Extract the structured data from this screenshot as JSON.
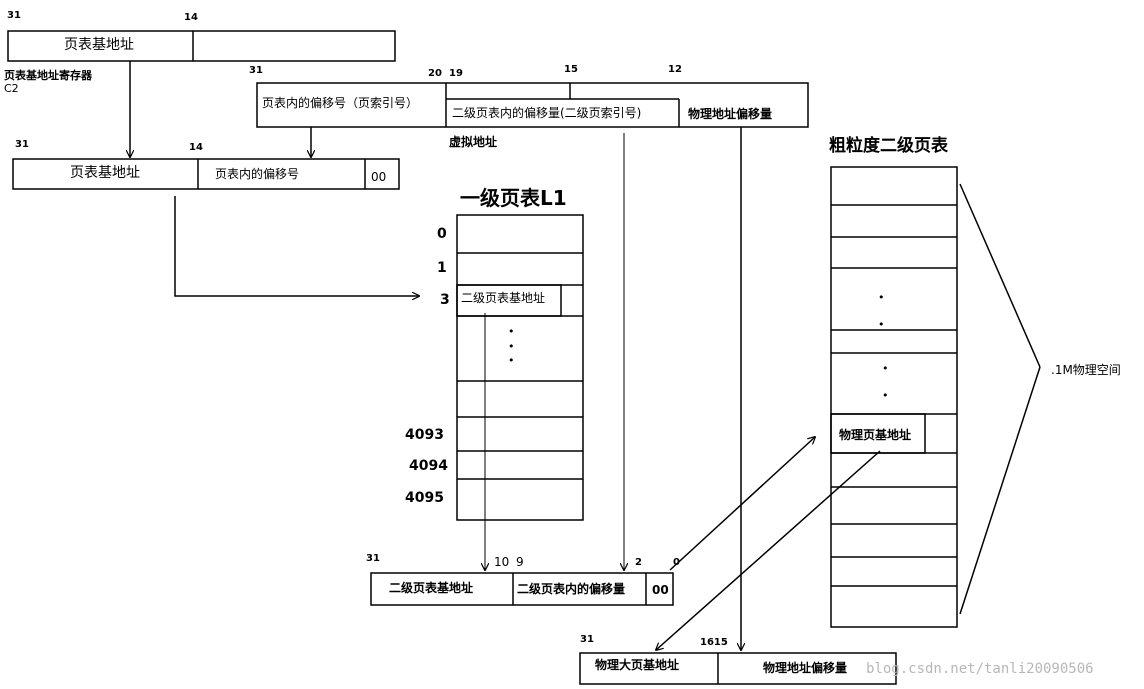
{
  "colors": {
    "line": "#000000",
    "background": "#ffffff",
    "watermark": "#b8b8b8"
  },
  "ttbr": {
    "field": "页表基地址",
    "bit_hi": "31",
    "bit_lo": "14",
    "register": "页表基地址寄存器",
    "register_sub": "C2"
  },
  "va": {
    "bit31": "31",
    "bit20": "20",
    "bit19": "19",
    "bit15": "15",
    "bit12": "12",
    "field1": "页表内的偏移号（页索引号）",
    "field2": "二级页表内的偏移量(二级页索引号)",
    "field3": "物理地址偏移量",
    "caption": "虚拟地址"
  },
  "l1addr": {
    "bit31": "31",
    "bit14": "14",
    "field1": "页表基地址",
    "field2": "页表内的偏移号",
    "field3": "00"
  },
  "l1table": {
    "title": "一级页表L1",
    "idx": [
      "0",
      "1",
      "3",
      "4093",
      "4094",
      "4095"
    ],
    "entry": "二级页表基地址",
    "dot": "•"
  },
  "l2addr": {
    "bit31": "31",
    "bit10": "10",
    "bit9": "9",
    "bit2": "2",
    "bit0": "0",
    "field1": "二级页表基地址",
    "field2": "二级页表内的偏移量",
    "field3": "00"
  },
  "l2table": {
    "title": "粗粒度二级页表",
    "entry": "物理页基地址",
    "dot": "•",
    "space": ".1M物理空间"
  },
  "pa": {
    "bit31": "31",
    "bit1615": "1615",
    "field1": "物理大页基地址",
    "field2": "物理地址偏移量"
  },
  "watermark": "blog.csdn.net/tanli20090506"
}
